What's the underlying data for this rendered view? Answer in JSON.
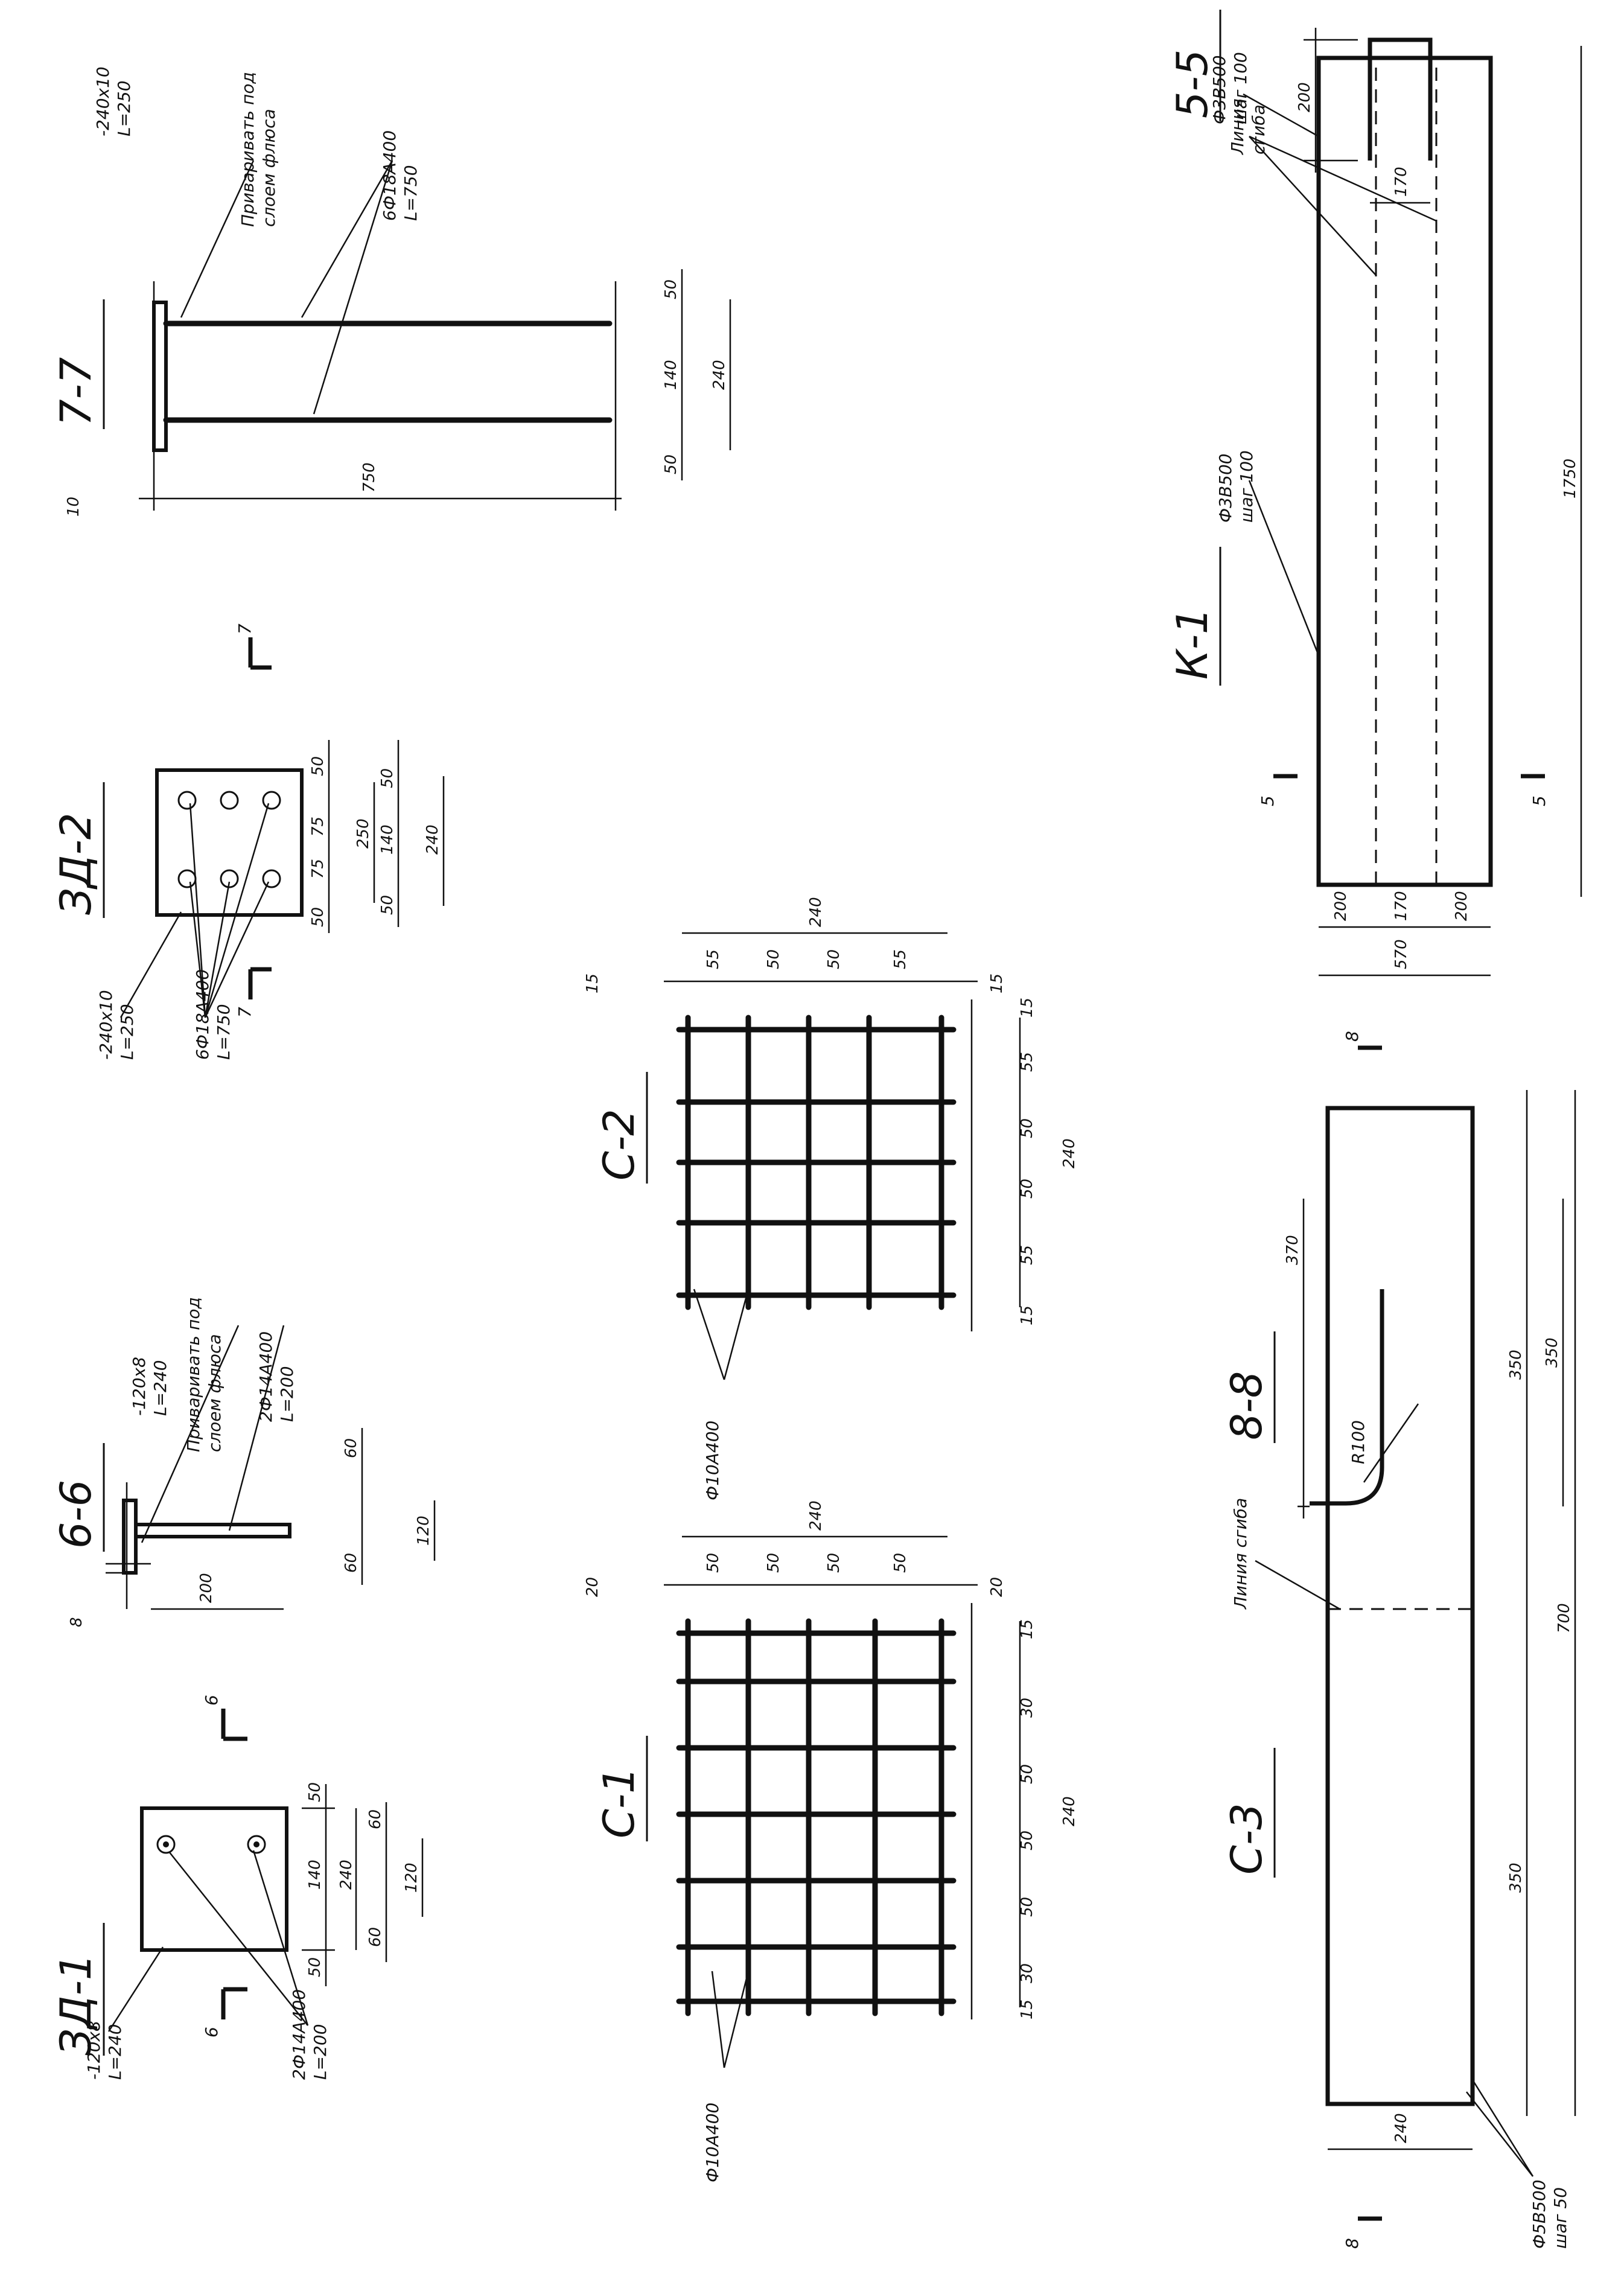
{
  "drawing": {
    "zd1": {
      "title": "ЗД-1",
      "plate": "-120х8",
      "plate_len": "L=240",
      "bars": "2Ф14А400",
      "bars_len": "L=200",
      "dims": {
        "d50a": "50",
        "d140": "140",
        "d50b": "50",
        "d240": "240",
        "d60a": "60",
        "d120": "120",
        "d60b": "60"
      },
      "cut": "6"
    },
    "s66": {
      "title": "6-6",
      "plate": "-120х8",
      "plate_len": "L=240",
      "weld1": "Приваривать под",
      "weld2": "слоем флюса",
      "bars": "2Ф14А400",
      "bars_len": "L=200",
      "dims": {
        "d8": "8",
        "d200": "200",
        "d60a": "60",
        "d120": "120",
        "d60b": "60"
      }
    },
    "zd2": {
      "title": "ЗД-2",
      "plate": "-240х10",
      "plate_len": "L=250",
      "bars": "6Ф18А400",
      "bars_len": "L=750",
      "dims": {
        "d50a": "50",
        "d75a": "75",
        "d75b": "75",
        "d50b": "50",
        "d250": "250",
        "d50c": "50",
        "d140": "140",
        "d50d": "50",
        "d240": "240"
      },
      "cut": "7"
    },
    "s77": {
      "title": "7-7",
      "plate": "-240х10",
      "plate_len": "L=250",
      "weld1": "Приваривать под",
      "weld2": "слоем флюса",
      "bars": "6Ф18А400",
      "bars_len": "L=750",
      "dims": {
        "d10": "10",
        "d750": "750",
        "d50a": "50",
        "d140": "140",
        "d50b": "50",
        "d240": "240"
      }
    },
    "c1": {
      "title": "С-1",
      "bar": "Ф10А400",
      "top": {
        "d20a": "20",
        "d50a": "50",
        "d50b": "50",
        "d50c": "50",
        "d50d": "50",
        "d20b": "20",
        "d240": "240"
      },
      "side": {
        "d15a": "15",
        "d30a": "30",
        "d50a": "50",
        "d50b": "50",
        "d50c": "50",
        "d30b": "30",
        "d15b": "15",
        "d240": "240"
      }
    },
    "c2": {
      "title": "С-2",
      "bar": "Ф10А400",
      "top": {
        "d15a": "15",
        "d55a": "55",
        "d50a": "50",
        "d50b": "50",
        "d55b": "55",
        "d15b": "15",
        "d240": "240"
      },
      "side": {
        "d15a": "15",
        "d55a": "55",
        "d50a": "50",
        "d50b": "50",
        "d55b": "55",
        "d15b": "15",
        "d240": "240"
      }
    },
    "c3": {
      "title": "С-3",
      "bend": "Линия сгиба",
      "bar": "Ф5В500",
      "step": "шаг 50",
      "dims": {
        "d350a": "350",
        "d350b": "350",
        "d700": "700",
        "d240": "240"
      },
      "cut": "8"
    },
    "s88": {
      "title": "8-8",
      "radius": "R100",
      "dims": {
        "d370": "370",
        "d350": "350"
      }
    },
    "k1": {
      "title": "К-1",
      "bend1": "Линия",
      "bend2": "сгиба",
      "bar_a": "Ф3В500",
      "step_a": "шаг 100",
      "bar_b": "Ф3В500",
      "step_b": "шаг 100",
      "dims": {
        "d1750": "1750",
        "d200a": "200",
        "d170": "170",
        "d200b": "200",
        "d570": "570"
      },
      "cut": "5"
    },
    "s55": {
      "title": "5-5",
      "dims": {
        "d200": "200",
        "d170": "170"
      }
    }
  },
  "colors": {
    "ink": "#111111",
    "paper": "#ffffff"
  }
}
